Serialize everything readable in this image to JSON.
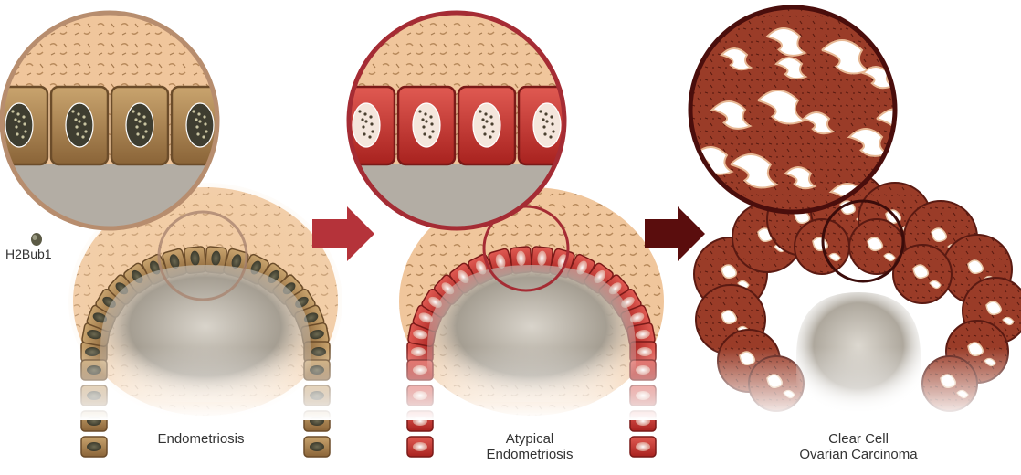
{
  "legend": {
    "label": "H2Bub1",
    "marker_icon": "nucleosome-icon"
  },
  "stages": [
    {
      "id": "endometriosis",
      "label_lines": [
        "Endometriosis"
      ]
    },
    {
      "id": "atypical",
      "label_lines": [
        "Atypical",
        "Endometriosis"
      ]
    },
    {
      "id": "clear-cell",
      "label_lines": [
        "Clear Cell",
        "Ovarian Carcinoma"
      ]
    }
  ],
  "colors": {
    "stroma": "#f1c9a0",
    "normal_cell": "#a07a48",
    "atypical_cell": "#c23a38",
    "carcinoma": "#8a3424",
    "arrow_1": "#b5333a",
    "arrow_2": "#5a0d0d",
    "lumen": "#9c9488"
  }
}
